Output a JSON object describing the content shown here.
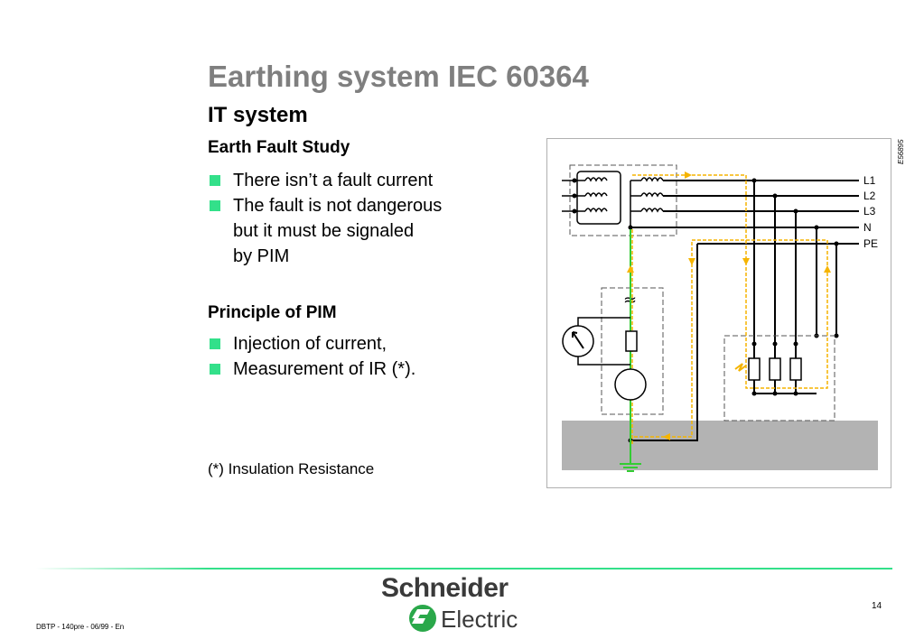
{
  "slide": {
    "title": "Earthing system IEC 60364",
    "subtitle": "IT system"
  },
  "study": {
    "heading": "Earth Fault Study",
    "bullets": [
      "There isn’t a fault current",
      "The fault is not dangerous\nbut it must be signaled\nby PIM"
    ]
  },
  "principle": {
    "heading": "Principle of PIM",
    "bullets": [
      "Injection of current,",
      "Measurement of IR (*)."
    ]
  },
  "footnote": "(*) Insulation Resistance",
  "diagram": {
    "reference": "E56895",
    "conductor_labels": [
      "L1",
      "L2",
      "L3",
      "N",
      "PE"
    ]
  },
  "footer": {
    "left_text": "DBTP - 140pre - 06/99 - En",
    "page_number": "14",
    "logo_line1": "Schneider",
    "logo_line2": "Electric"
  },
  "colors": {
    "title_gray": "#7f7f7f",
    "bullet_green": "#33e08a",
    "rule_green": "#33e08a",
    "fault_path_orange": "#f5b400",
    "earth_green": "#33cc33",
    "ground_gray": "#b3b3b3"
  }
}
